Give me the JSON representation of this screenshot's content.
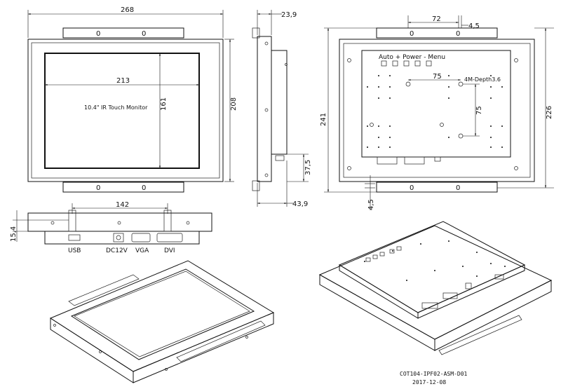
{
  "front_view": {
    "width": "268",
    "height": "208",
    "screen_width": "213",
    "screen_height": "161",
    "screen_label": "10.4\" IR Touch Monitor",
    "bracket_mark": "0"
  },
  "side_view": {
    "depth_top": "23,9",
    "height_lower": "37,5",
    "depth_total": "43,9"
  },
  "back_view": {
    "buttons_label": "Auto + Power - Menu",
    "dim_72": "72",
    "dim_4_5_top": "4,5",
    "dim_75_h": "75",
    "dim_75_v": "75",
    "screw_label": "4M-Depth3.6",
    "height_241": "241",
    "height_226": "226",
    "dim_4_5_bottom": "4,5",
    "bracket_mark": "0"
  },
  "bottom_view": {
    "width_142": "142",
    "height_15_4": "15,4",
    "ports": [
      "USB",
      "DC12V",
      "VGA",
      "DVI"
    ]
  },
  "footer": {
    "drawing_number": "COT104-IPF02-ASM-D01",
    "date": "2017-12-08"
  }
}
